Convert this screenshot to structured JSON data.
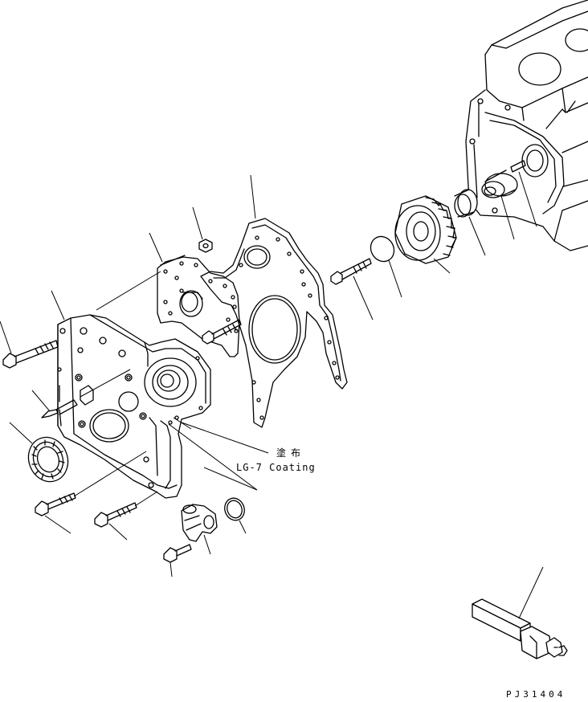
{
  "diagram": {
    "annotation_jp": "塗布",
    "annotation_en": "LG-7 Coating",
    "drawing_code": "PJ31404"
  }
}
